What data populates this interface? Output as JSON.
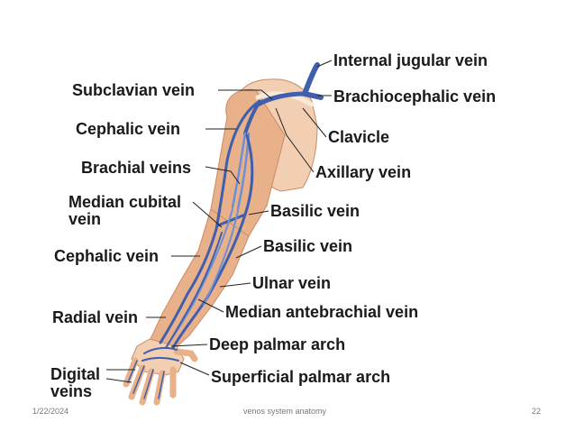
{
  "colors": {
    "vein": "#3f5fae",
    "vein_light": "#6d8fd6",
    "skin": "#e8b189",
    "skin_light": "#f2cfb2",
    "skin_shadow": "#c98b62",
    "leader": "#222222",
    "text": "#1a1a1a",
    "footer": "#777777"
  },
  "labels": {
    "internal_jugular_vein": "Internal jugular vein",
    "subclavian_vein": "Subclavian vein",
    "brachiocephalic_vein": "Brachiocephalic vein",
    "cephalic_vein_upper": "Cephalic vein",
    "clavicle": "Clavicle",
    "brachial_veins": "Brachial veins",
    "axillary_vein": "Axillary vein",
    "median_cubital_vein": "Median cubital vein",
    "basilic_vein_upper": "Basilic vein",
    "cephalic_vein_lower": "Cephalic vein",
    "basilic_vein_lower": "Basilic vein",
    "ulnar_vein": "Ulnar vein",
    "radial_vein": "Radial vein",
    "median_antebrachial_vein": "Median antebrachial vein",
    "deep_palmar_arch": "Deep palmar arch",
    "digital_veins": "Digital veins",
    "superficial_palmar_arch": "Superficial palmar arch"
  },
  "footer": {
    "date": "1/22/2024",
    "title": "venos system anatomy",
    "page_number": "22"
  }
}
